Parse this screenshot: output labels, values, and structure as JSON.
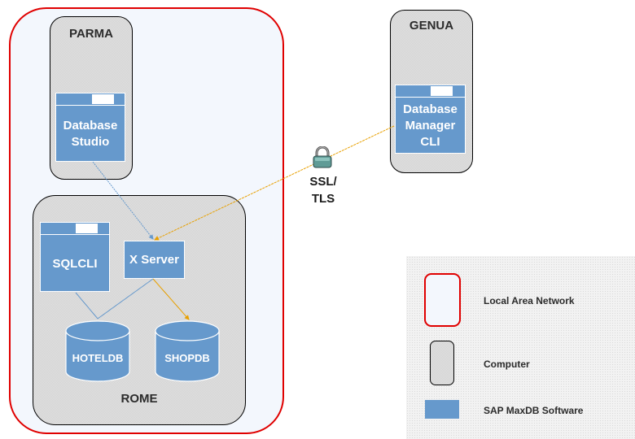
{
  "diagram": {
    "network": {
      "name": "Local Area Network"
    },
    "computers": {
      "parma": {
        "label": "PARMA"
      },
      "rome": {
        "label": "ROME"
      },
      "genua": {
        "label": "GENUA"
      }
    },
    "software": {
      "database_studio": {
        "line1": "Database",
        "line2": "Studio"
      },
      "sqlcli": {
        "label": "SQLCLI"
      },
      "x_server": {
        "label": "X Server"
      },
      "dbm_cli": {
        "line1": "Database",
        "line2": "Manager",
        "line3": "CLI"
      }
    },
    "databases": {
      "hoteldb": {
        "label": "HOTELDB"
      },
      "shopdb": {
        "label": "SHOPDB"
      }
    },
    "connection": {
      "icon": "lock-icon",
      "line1": "SSL/",
      "line2": "TLS"
    },
    "colors": {
      "lan_border": "#e00000",
      "lan_fill": "#f3f7fd",
      "software": "#6699cc",
      "plain_link": "#6699cc",
      "secure_link": "#e8a000"
    }
  },
  "legend": {
    "items": [
      {
        "symbol": "lan",
        "label": "Local Area Network"
      },
      {
        "symbol": "computer",
        "label": "Computer"
      },
      {
        "symbol": "software",
        "label": "SAP MaxDB Software"
      }
    ]
  }
}
